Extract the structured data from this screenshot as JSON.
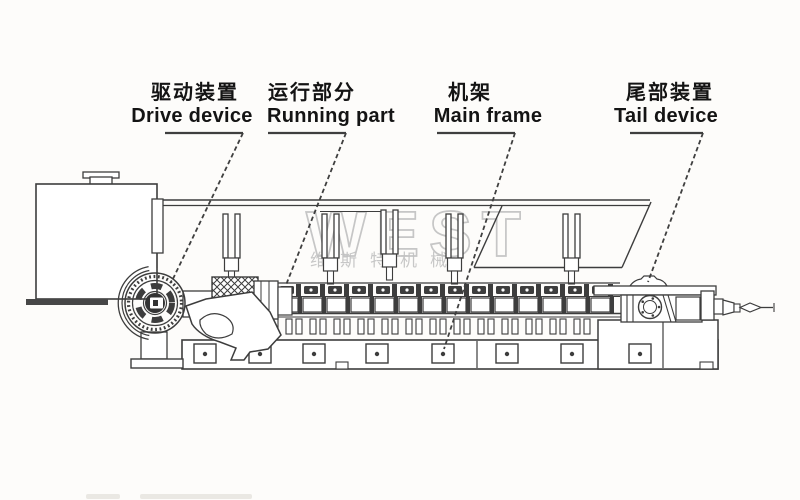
{
  "colors": {
    "background": "#fdfcfa",
    "line": "#3d3d3d",
    "label_text": "#141414",
    "watermark": "#c5c5c5"
  },
  "labels": {
    "drive": {
      "zh": "驱动装置",
      "en": "Drive device"
    },
    "running": {
      "zh": "运行部分",
      "en": "Running part"
    },
    "frame": {
      "zh": "机架",
      "en": "Main frame"
    },
    "tail": {
      "zh": "尾部装置",
      "en": "Tail device"
    }
  },
  "watermark": {
    "logo": "WEST",
    "company": "维斯特机械"
  }
}
